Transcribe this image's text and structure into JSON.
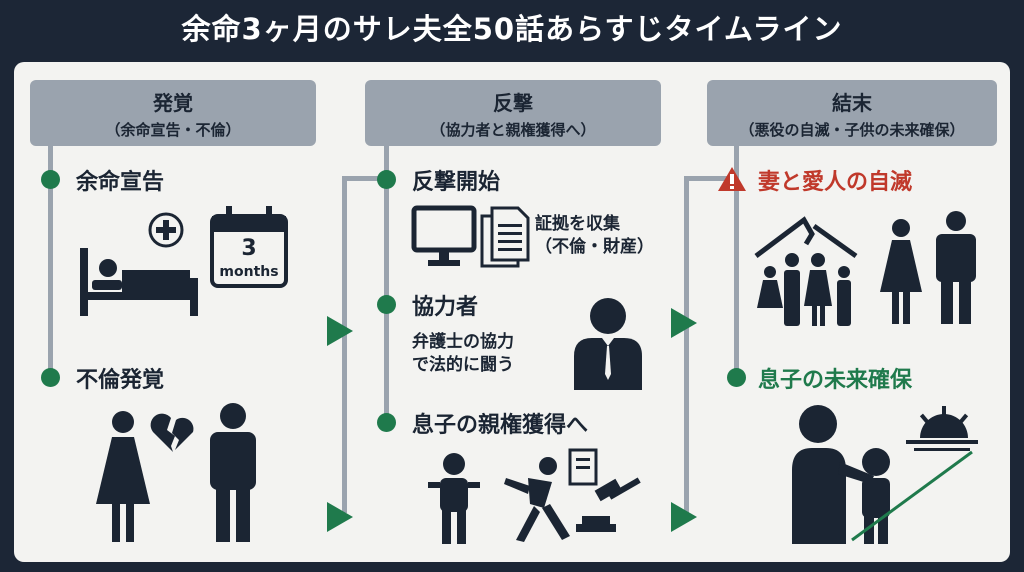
{
  "title": "余命3ヶ月のサレ夫全50話あらすじタイムライン",
  "sections": [
    {
      "title": "発覚",
      "subtitle": "（余命宣告・不倫）",
      "items": [
        {
          "label": "余命宣告"
        },
        {
          "label": "不倫発覚"
        }
      ]
    },
    {
      "title": "反撃",
      "subtitle": "（協力者と親権獲得へ）",
      "items": [
        {
          "label": "反撃開始",
          "note": [
            "証拠を収集",
            "（不倫・財産）"
          ]
        },
        {
          "label": "協力者",
          "note": [
            "弁護士の協力",
            "で法的に闘う"
          ]
        },
        {
          "label": "息子の親権獲得へ"
        }
      ]
    },
    {
      "title": "結末",
      "subtitle": "（悪役の自滅・子供の未来確保）",
      "items": [
        {
          "label": "妻と愛人の自滅",
          "icon": "warning-icon"
        },
        {
          "label": "息子の未来確保"
        }
      ]
    }
  ],
  "calendar": {
    "number": "3",
    "unit": "months"
  },
  "colors": {
    "accent": "#1f7a4c",
    "header": "#9aa3ae",
    "danger": "#c0392b",
    "ink": "#1b2533"
  }
}
